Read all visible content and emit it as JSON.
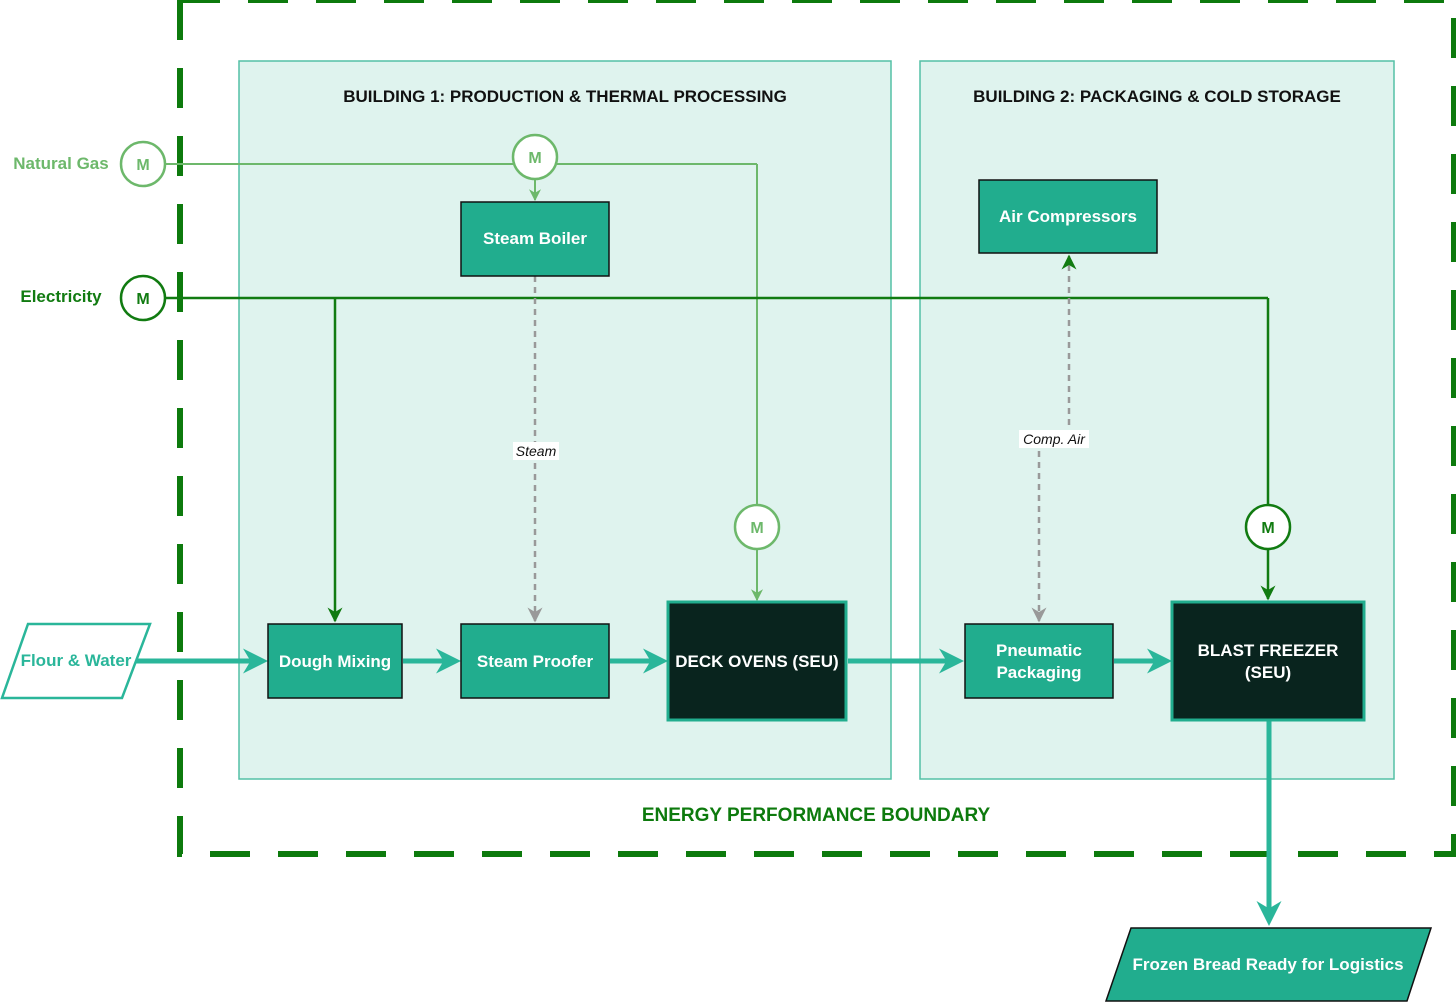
{
  "colors": {
    "boundary": "#0d7a0d",
    "building_fill": "#dff3ee",
    "building_stroke": "#54c0a6",
    "process_fill": "#21ad8e",
    "process_stroke": "#111111",
    "seu_fill": "#09241e",
    "seu_stroke": "#21ad8e",
    "gas": "#6db86b",
    "electricity": "#117b11",
    "product_flow": "#2ab69a",
    "utility_flow": "#999999",
    "text_dark": "#111111",
    "text_light": "#ffffff"
  },
  "boundary": {
    "label": "ENERGY PERFORMANCE BOUNDARY"
  },
  "buildings": [
    {
      "id": "building-1",
      "title": "BUILDING 1: PRODUCTION & THERMAL PROCESSING"
    },
    {
      "id": "building-2",
      "title": "BUILDING 2: PACKAGING & COLD STORAGE"
    }
  ],
  "energy_sources": [
    {
      "id": "natural-gas",
      "label": "Natural Gas",
      "meter": "M"
    },
    {
      "id": "electricity",
      "label": "Electricity",
      "meter": "M"
    }
  ],
  "meters": {
    "boiler_gas": "M",
    "ovens_gas": "M",
    "freezer_electricity": "M"
  },
  "processes": {
    "steam_boiler": "Steam Boiler",
    "air_compressors": "Air Compressors",
    "dough_mixing": "Dough Mixing",
    "steam_proofer": "Steam Proofer",
    "deck_ovens": "DECK OVENS (SEU)",
    "pneumatic_packaging_line1": "Pneumatic",
    "pneumatic_packaging_line2": "Packaging",
    "blast_freezer_line1": "BLAST FREEZER",
    "blast_freezer_line2": "(SEU)"
  },
  "io": {
    "input": "Flour & Water",
    "output": "Frozen Bread Ready for Logistics"
  },
  "utility_labels": {
    "steam": "Steam",
    "compressed_air": "Comp. Air"
  }
}
